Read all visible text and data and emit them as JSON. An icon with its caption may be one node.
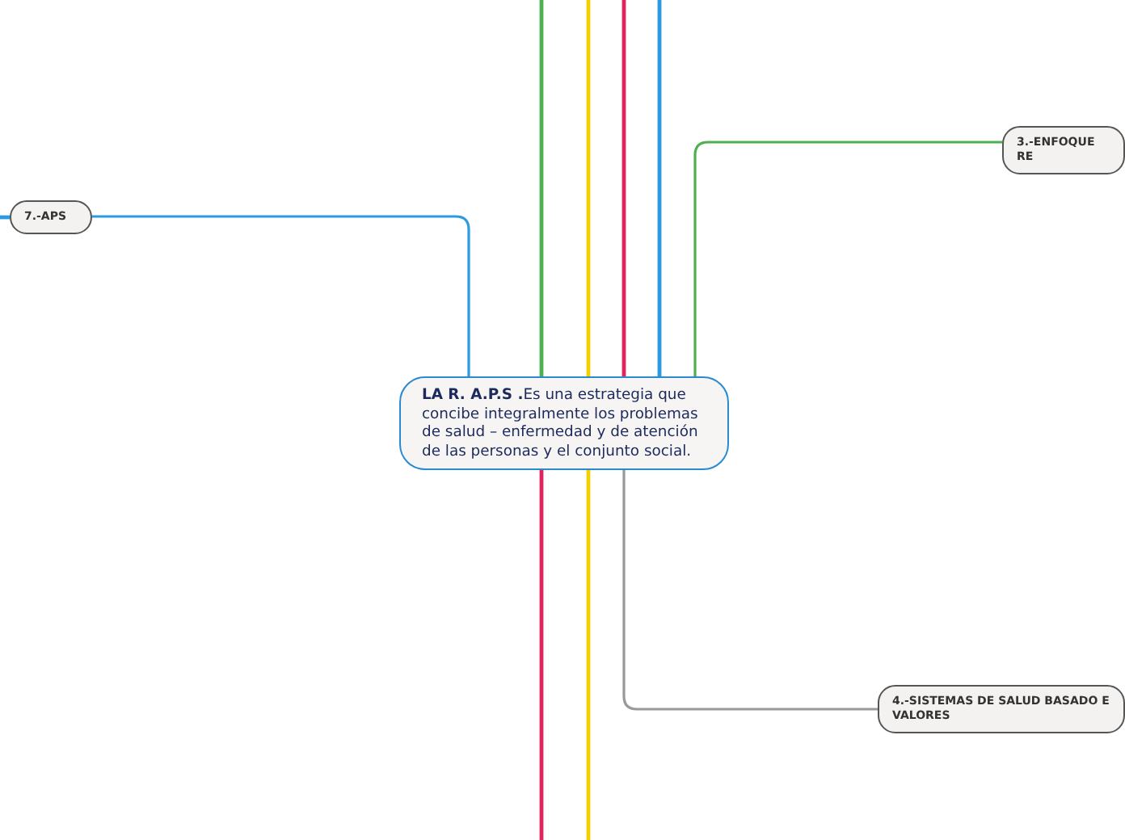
{
  "diagram": {
    "nodes": [
      {
        "text": [
          "**LA R. A.P.S .**Es una estrategia que concibe integralmente los problemas de salud – enfermedad y de atención de las personas y el conjunto social."
        ]
      },
      {
        "text": [
          "7.-APS"
        ]
      },
      {
        "text": [
          "3.-ENFOQUE RE"
        ]
      },
      {
        "text": [
          "4.-SISTEMAS DE SALUD BASADO E VALORES"
        ]
      }
    ],
    "edges": [
      {
        "from": 0,
        "to": 1,
        "arrow": "none",
        "color": "#2a9be0"
      },
      {
        "from": 0,
        "to": 2,
        "arrow": "none",
        "color": "#4caf50"
      },
      {
        "from": 0,
        "to": 3,
        "arrow": "none",
        "color": "#999999"
      },
      {
        "from": 0,
        "to": null,
        "arrow": "none",
        "color": "#4caf50"
      },
      {
        "from": 0,
        "to": null,
        "arrow": "none",
        "color": "#f5d000"
      },
      {
        "from": 0,
        "to": null,
        "arrow": "none",
        "color": "#e0245e"
      },
      {
        "from": 0,
        "to": null,
        "arrow": "none",
        "color": "#2a9be0"
      },
      {
        "from": 0,
        "to": null,
        "arrow": "none",
        "color": "#e0245e"
      },
      {
        "from": 0,
        "to": null,
        "arrow": "none",
        "color": "#f5d000"
      },
      {
        "from": 1,
        "to": null,
        "arrow": "none",
        "color": "#2a9be0"
      }
    ]
  }
}
